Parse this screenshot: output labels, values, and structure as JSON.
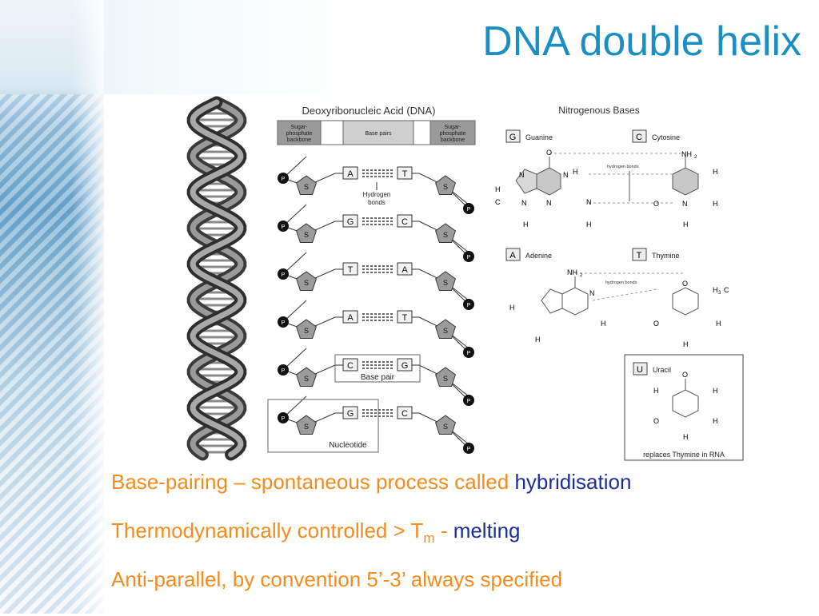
{
  "title": "DNA double helix",
  "figure": {
    "dna_title": "Deoxyribonucleic Acid (DNA)",
    "backbone_left": [
      "Sugar-",
      "phosphate",
      "backbone"
    ],
    "backbone_right": [
      "Sugar-",
      "phosphate",
      "backbone"
    ],
    "base_pairs_label": "Base pairs",
    "hydrogen_bonds": [
      "Hydrogen",
      "bonds"
    ],
    "pairs": [
      {
        "left": "A",
        "right": "T"
      },
      {
        "left": "G",
        "right": "C"
      },
      {
        "left": "T",
        "right": "A"
      },
      {
        "left": "A",
        "right": "T"
      },
      {
        "left": "C",
        "right": "G"
      },
      {
        "left": "G",
        "right": "C"
      }
    ],
    "sugar_label": "S",
    "phosphate_label": "P",
    "base_pair_caption": "Base pair",
    "nucleotide_caption": "Nucleotide",
    "bases_title": "Nitrogenous Bases",
    "bases": [
      {
        "letter": "G",
        "name": "Guanine"
      },
      {
        "letter": "C",
        "name": "Cytosine"
      },
      {
        "letter": "A",
        "name": "Adenine"
      },
      {
        "letter": "T",
        "name": "Thymine"
      },
      {
        "letter": "U",
        "name": "Uracil"
      }
    ],
    "hydrogen_bonds_small": "hydrogen bonds",
    "uracil_note": "replaces Thymine in RNA",
    "atoms": {
      "N": "N",
      "C": "C",
      "H": "H",
      "O": "O",
      "NH2": "NH",
      "two": "2",
      "H3C": "H",
      "three": "3",
      "ch_c": "C"
    }
  },
  "bullets": [
    {
      "text": "Base-pairing – spontaneous process called ",
      "highlight": "hybridisation"
    },
    {
      "text": "Thermodynamically controlled > T",
      "sub": "m",
      "dash": " - ",
      "highlight": "melting"
    },
    {
      "text": "Anti-parallel, by convention 5’-3’ always specified"
    }
  ]
}
